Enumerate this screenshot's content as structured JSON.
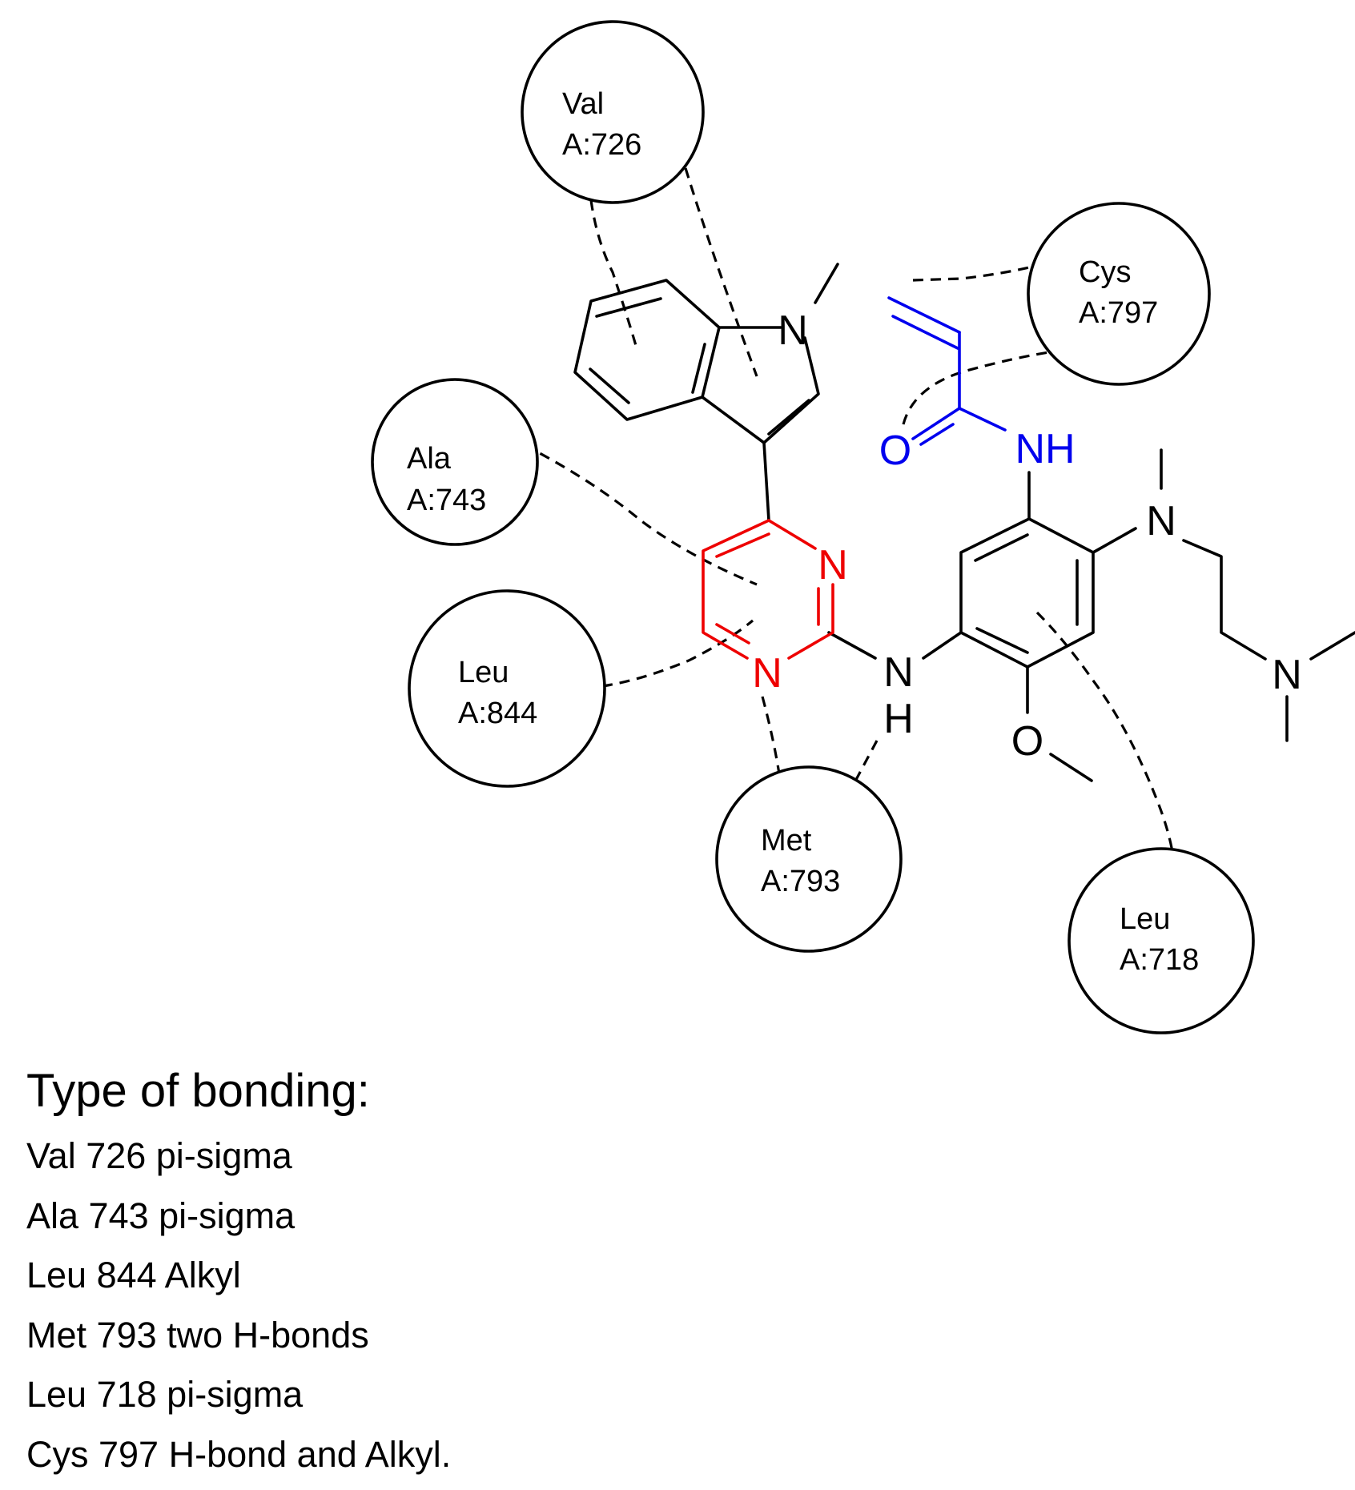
{
  "colors": {
    "black": "#000000",
    "red": "#ee0000",
    "blue": "#0000ee"
  },
  "residues": [
    {
      "id": "val726",
      "name": "Val",
      "label": "A:726"
    },
    {
      "id": "cys797",
      "name": "Cys",
      "label": "A:797"
    },
    {
      "id": "ala743",
      "name": "Ala",
      "label": "A:743"
    },
    {
      "id": "leu844",
      "name": "Leu",
      "label": "A:844"
    },
    {
      "id": "met793",
      "name": "Met",
      "label": "A:793"
    },
    {
      "id": "leu718",
      "name": "Leu",
      "label": "A:718"
    }
  ],
  "atoms": {
    "indole_n": "N",
    "pyr_n1": "N",
    "pyr_n3": "N",
    "amide_o": "O",
    "amide_nh": "NH",
    "linker_n": "N",
    "linker_h": "H",
    "ome_o": "O",
    "amine_n1": "N",
    "amine_n2": "N"
  },
  "legend": {
    "title": "Type of bonding:",
    "items": [
      "Val 726 pi-sigma",
      "Ala 743 pi-sigma",
      "Leu 844 Alkyl",
      "Met 793 two H-bonds",
      "Leu 718 pi-sigma",
      "Cys 797 H-bond and Alkyl."
    ]
  }
}
